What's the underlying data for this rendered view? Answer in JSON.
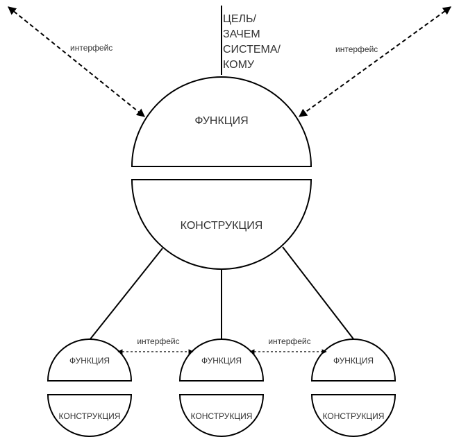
{
  "system": {
    "function_label": "ФУНКЦИЯ",
    "construction_label": "КОНСТРУКЦИЯ",
    "purpose_lines": [
      "ЦЕЛЬ/",
      "ЗАЧЕМ",
      "СИСТЕМА/",
      "КОМУ"
    ]
  },
  "interfaces": {
    "top_left": "интерфейс",
    "top_right": "интерфейс",
    "bottom_left": "интерфейс",
    "bottom_right": "интерфейс"
  },
  "subsystems": [
    {
      "function_label": "ФУНКЦИЯ",
      "construction_label": "КОНСТРУКЦИЯ"
    },
    {
      "function_label": "ФУНКЦИЯ",
      "construction_label": "КОНСТРУКЦИЯ"
    },
    {
      "function_label": "ФУНКЦИЯ",
      "construction_label": "КОНСТРУКЦИЯ"
    }
  ]
}
